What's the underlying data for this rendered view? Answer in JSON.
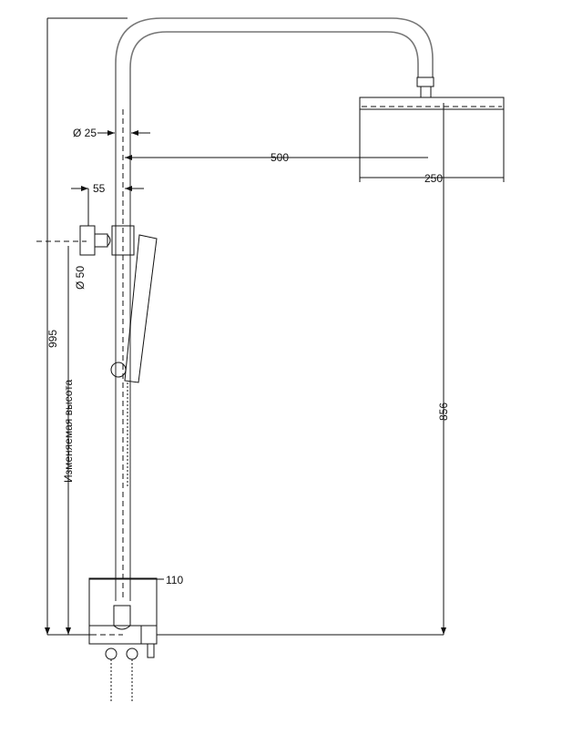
{
  "dimensions": {
    "pipe_diameter": "Ø 25",
    "arm_length": "500",
    "wall_offset": "55",
    "head_width": "250",
    "holder_diameter": "Ø 50",
    "total_height": "995",
    "head_height": "856",
    "mixer_width": "110",
    "adjustable_height": "Изменяемая высота"
  }
}
